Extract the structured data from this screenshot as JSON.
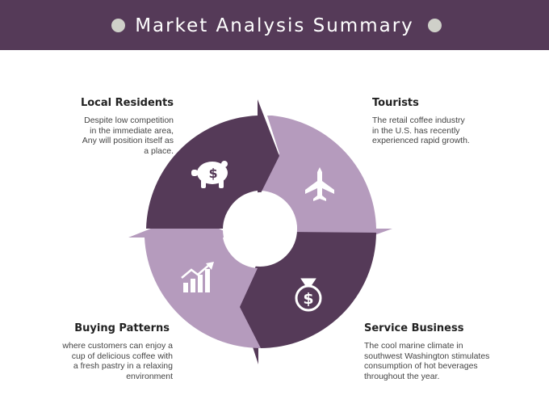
{
  "header": {
    "title": "Market Analysis Summary"
  },
  "colors": {
    "dark_purple": "#553a58",
    "light_purple": "#b59bbd",
    "header_dot": "#cfd0c9"
  },
  "segments": [
    {
      "title": "Local Residents",
      "text_lines": [
        "Despite low competition",
        "in the immediate area,",
        "Any will position itself as",
        "a place."
      ],
      "icon": "piggy-bank-icon",
      "color": "dark_purple"
    },
    {
      "title": "Tourists",
      "text_lines": [
        "The retail coffee industry",
        "in the U.S. has recently",
        "experienced rapid growth."
      ],
      "icon": "airplane-icon",
      "color": "light_purple"
    },
    {
      "title": "Service Business",
      "text_lines": [
        "The cool marine climate in",
        "southwest Washington stimulates",
        "consumption of hot beverages",
        "throughout the year."
      ],
      "icon": "money-bag-icon",
      "color": "dark_purple"
    },
    {
      "title": "Buying Patterns",
      "text_lines": [
        "where customers can enjoy a",
        "cup of delicious coffee with",
        "a fresh pastry in a relaxing",
        "environment"
      ],
      "icon": "growth-chart-icon",
      "color": "light_purple"
    }
  ]
}
